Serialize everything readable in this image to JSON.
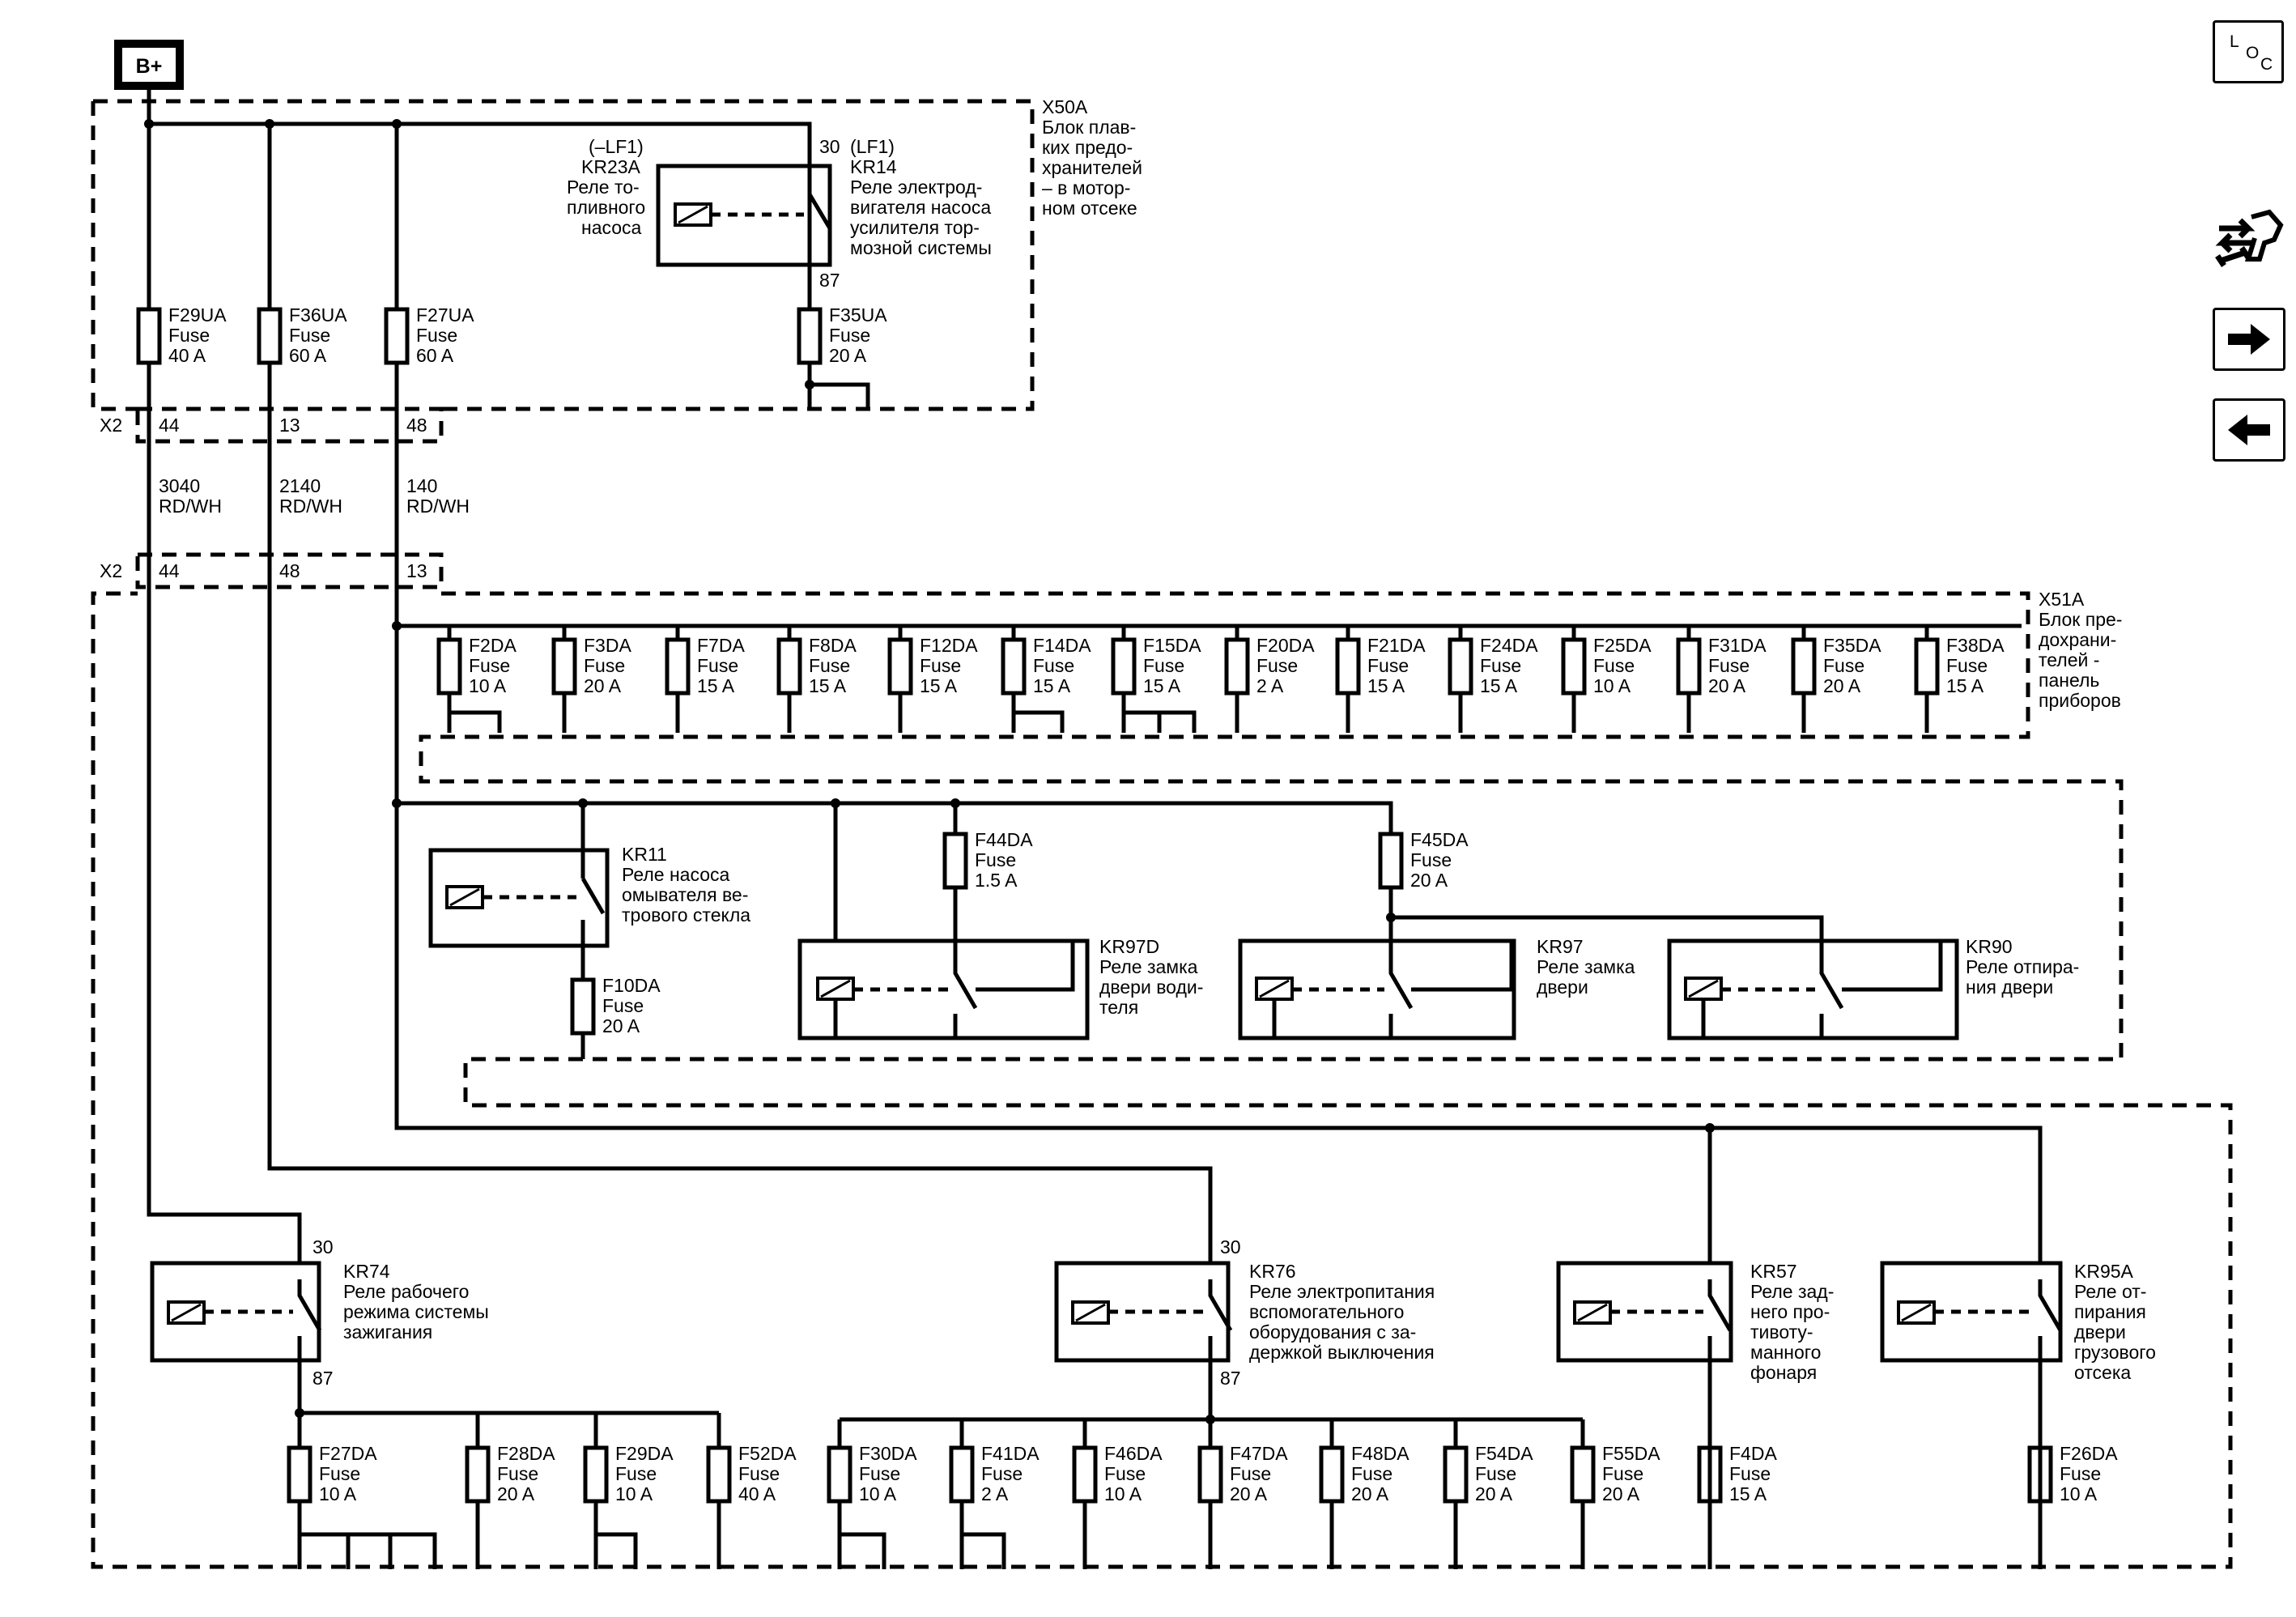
{
  "battery_label": "B+",
  "locator": {
    "l": "L",
    "o": "O",
    "c": "C"
  },
  "colors": {
    "line": "#000000",
    "background": "#ffffff"
  },
  "icons": [
    "locator-icon",
    "wiring-harness-icon",
    "next-page-icon",
    "previous-page-icon"
  ],
  "x50a": {
    "id": "X50A",
    "desc": [
      "Блок плав-",
      "ких предо-",
      "хранителей",
      "– в мотор-",
      "ном отсеке"
    ]
  },
  "x51a": {
    "id": "X51A",
    "desc": [
      "Блок пре-",
      "дохрани-",
      "телей -",
      "панель",
      "приборов"
    ]
  },
  "x2_connector": "X2",
  "pins_top": [
    "44",
    "13",
    "48"
  ],
  "pins_bottom": [
    "44",
    "48",
    "13"
  ],
  "wires": [
    {
      "circuit": "3040",
      "color": "RD/WH"
    },
    {
      "circuit": "2140",
      "color": "RD/WH"
    },
    {
      "circuit": "140",
      "color": "RD/WH"
    }
  ],
  "relay_kr23a": {
    "variant": "(–LF1)",
    "id": "KR23A",
    "desc": [
      "Реле то-",
      "пливного",
      "насоса"
    ]
  },
  "relay_kr14": {
    "pin_in": "30",
    "variant": "(LF1)",
    "id": "KR14",
    "desc": [
      "Реле электрод-",
      "вигателя насоса",
      "усилителя тор-",
      "мозной системы"
    ],
    "pin_out": "87"
  },
  "fuses_x50a": [
    {
      "id": "F29UA",
      "type": "Fuse",
      "rating": "40 A"
    },
    {
      "id": "F36UA",
      "type": "Fuse",
      "rating": "60 A"
    },
    {
      "id": "F27UA",
      "type": "Fuse",
      "rating": "60 A"
    },
    {
      "id": "F35UA",
      "type": "Fuse",
      "rating": "20 A"
    }
  ],
  "fuses_row1": [
    {
      "id": "F2DA",
      "type": "Fuse",
      "rating": "10 A"
    },
    {
      "id": "F3DA",
      "type": "Fuse",
      "rating": "20 A"
    },
    {
      "id": "F7DA",
      "type": "Fuse",
      "rating": "15 A"
    },
    {
      "id": "F8DA",
      "type": "Fuse",
      "rating": "15 A"
    },
    {
      "id": "F12DA",
      "type": "Fuse",
      "rating": "15 A"
    },
    {
      "id": "F14DA",
      "type": "Fuse",
      "rating": "15 A"
    },
    {
      "id": "F15DA",
      "type": "Fuse",
      "rating": "15 A"
    },
    {
      "id": "F20DA",
      "type": "Fuse",
      "rating": "2 A"
    },
    {
      "id": "F21DA",
      "type": "Fuse",
      "rating": "15 A"
    },
    {
      "id": "F24DA",
      "type": "Fuse",
      "rating": "15 A"
    },
    {
      "id": "F25DA",
      "type": "Fuse",
      "rating": "10 A"
    },
    {
      "id": "F31DA",
      "type": "Fuse",
      "rating": "20 A"
    },
    {
      "id": "F35DA",
      "type": "Fuse",
      "rating": "20 A"
    },
    {
      "id": "F38DA",
      "type": "Fuse",
      "rating": "15 A"
    }
  ],
  "relay_kr11": {
    "id": "KR11",
    "desc": [
      "Реле насоса",
      "омывателя ве-",
      "трового стекла"
    ]
  },
  "fuse_f10da": {
    "id": "F10DA",
    "type": "Fuse",
    "rating": "20 A"
  },
  "fuse_f44da": {
    "id": "F44DA",
    "type": "Fuse",
    "rating": "1.5 A"
  },
  "fuse_f45da": {
    "id": "F45DA",
    "type": "Fuse",
    "rating": "20 A"
  },
  "relay_kr97d": {
    "id": "KR97D",
    "desc": [
      "Реле замка",
      "двери води-",
      "теля"
    ]
  },
  "relay_kr97": {
    "id": "KR97",
    "desc": [
      "Реле замка",
      "двери"
    ]
  },
  "relay_kr90": {
    "id": "KR90",
    "desc": [
      "Реле отпира-",
      "ния двери"
    ]
  },
  "relay_kr74": {
    "pin_in": "30",
    "id": "KR74",
    "desc": [
      "Реле рабочего",
      "режима системы",
      "зажигания"
    ],
    "pin_out": "87"
  },
  "relay_kr76": {
    "pin_in": "30",
    "id": "KR76",
    "desc": [
      "Реле электропитания",
      "вспомогательного",
      "оборудования с за-",
      "держкой выключения"
    ],
    "pin_out": "87"
  },
  "relay_kr57": {
    "id": "KR57",
    "desc": [
      "Реле зад-",
      "него про-",
      "тивоту-",
      "манного",
      "фонаря"
    ]
  },
  "relay_kr95a": {
    "id": "KR95A",
    "desc": [
      "Реле от-",
      "пирания",
      "двери",
      "грузового",
      "отсека"
    ]
  },
  "fuses_row_kr74": [
    {
      "id": "F27DA",
      "type": "Fuse",
      "rating": "10 A"
    },
    {
      "id": "F28DA",
      "type": "Fuse",
      "rating": "20 A"
    },
    {
      "id": "F29DA",
      "type": "Fuse",
      "rating": "10 A"
    },
    {
      "id": "F52DA",
      "type": "Fuse",
      "rating": "40 A"
    }
  ],
  "fuses_row_kr76": [
    {
      "id": "F30DA",
      "type": "Fuse",
      "rating": "10 A"
    },
    {
      "id": "F41DA",
      "type": "Fuse",
      "rating": "2 A"
    },
    {
      "id": "F46DA",
      "type": "Fuse",
      "rating": "10 A"
    },
    {
      "id": "F47DA",
      "type": "Fuse",
      "rating": "20 A"
    },
    {
      "id": "F48DA",
      "type": "Fuse",
      "rating": "20 A"
    },
    {
      "id": "F54DA",
      "type": "Fuse",
      "rating": "20 A"
    },
    {
      "id": "F55DA",
      "type": "Fuse",
      "rating": "20 A"
    }
  ],
  "fuse_f4da": {
    "id": "F4DA",
    "type": "Fuse",
    "rating": "15 A"
  },
  "fuse_f26da": {
    "id": "F26DA",
    "type": "Fuse",
    "rating": "10 A"
  }
}
